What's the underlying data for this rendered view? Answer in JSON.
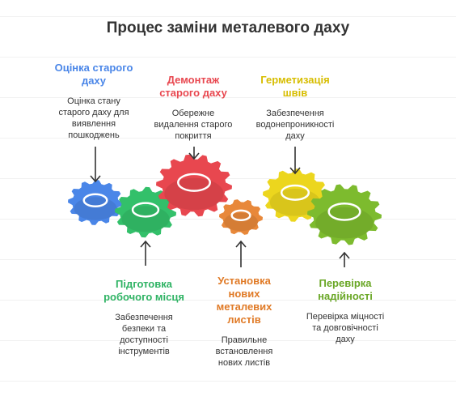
{
  "title": "Процес заміни металевого даху",
  "colors": {
    "blue": "#4a86e8",
    "green": "#33c06a",
    "red": "#e8474f",
    "orange": "#e8883a",
    "yellow": "#ecd61e",
    "lime": "#7dbb2e",
    "text": "#333333",
    "arrow": "#333333"
  },
  "steps": [
    {
      "id": "assessment",
      "title": "Оцінка старого\nдаху",
      "description": "Оцінка стану\nстарого даху для\nвиявлення\nпошкоджень",
      "color": "#4a86e8",
      "position": "top"
    },
    {
      "id": "preparation",
      "title": "Підготовка\nробочого місця",
      "description": "Забезпечення\nбезпеки та\nдоступності\nінструментів",
      "color": "#33c06a",
      "position": "bottom"
    },
    {
      "id": "removal",
      "title": "Демонтаж\nстарого даху",
      "description": "Обережне\nвидалення старого\nпокриття",
      "color": "#e8474f",
      "position": "top"
    },
    {
      "id": "installation",
      "title": "Установка\nнових\nметалевих\nлистів",
      "description": "Правильне\nвстановлення\nнових листів",
      "color": "#e8883a",
      "position": "bottom"
    },
    {
      "id": "sealing",
      "title": "Герметизація\nшвів",
      "description": "Забезпечення\nводонепроникності\nдаху",
      "color": "#ecd61e",
      "position": "top"
    },
    {
      "id": "inspection",
      "title": "Перевірка\nнадійності",
      "description": "Перевірка міцності\nта довговічності\nдаху",
      "color": "#7dbb2e",
      "position": "bottom"
    }
  ]
}
